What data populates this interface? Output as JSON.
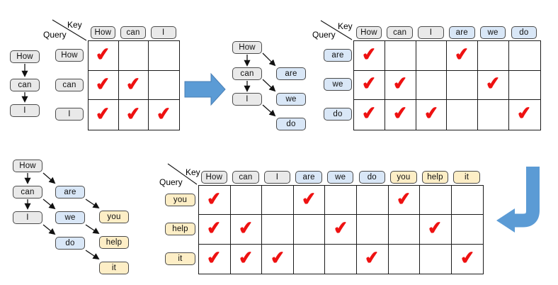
{
  "figure": {
    "axis": {
      "key_label": "Key",
      "query_label": "Query"
    },
    "check_glyph": "✔",
    "colors": {
      "gray_box": "#e9e9e9",
      "blue_box": "#d9e7f7",
      "yellow_box": "#fdeec6",
      "big_arrow": "#5b9bd5",
      "check": "#ee1111",
      "box_border": "#4b4b4b"
    }
  },
  "step1": {
    "chain": [
      {
        "label": "How",
        "style": "gray"
      },
      {
        "label": "can",
        "style": "gray"
      },
      {
        "label": "I",
        "style": "gray"
      }
    ],
    "matrix": {
      "keys": [
        {
          "label": "How",
          "style": "gray"
        },
        {
          "label": "can",
          "style": "gray"
        },
        {
          "label": "I",
          "style": "gray"
        }
      ],
      "queries": [
        {
          "label": "How",
          "style": "gray"
        },
        {
          "label": "can",
          "style": "gray"
        },
        {
          "label": "I",
          "style": "gray"
        }
      ],
      "checks": [
        [
          1,
          0,
          0
        ],
        [
          1,
          1,
          0
        ],
        [
          1,
          1,
          1
        ]
      ]
    }
  },
  "step2": {
    "tree": {
      "existing": [
        {
          "label": "How",
          "style": "gray"
        },
        {
          "label": "can",
          "style": "gray"
        },
        {
          "label": "I",
          "style": "gray"
        }
      ],
      "generated": [
        {
          "label": "are",
          "style": "blue"
        },
        {
          "label": "we",
          "style": "blue"
        },
        {
          "label": "do",
          "style": "blue"
        }
      ]
    },
    "matrix": {
      "keys": [
        {
          "label": "How",
          "style": "gray"
        },
        {
          "label": "can",
          "style": "gray"
        },
        {
          "label": "I",
          "style": "gray"
        },
        {
          "label": "are",
          "style": "blue"
        },
        {
          "label": "we",
          "style": "blue"
        },
        {
          "label": "do",
          "style": "blue"
        }
      ],
      "queries": [
        {
          "label": "are",
          "style": "blue"
        },
        {
          "label": "we",
          "style": "blue"
        },
        {
          "label": "do",
          "style": "blue"
        }
      ],
      "checks": [
        [
          1,
          0,
          0,
          1,
          0,
          0
        ],
        [
          1,
          1,
          0,
          0,
          1,
          0
        ],
        [
          1,
          1,
          1,
          0,
          0,
          1
        ]
      ]
    }
  },
  "step3": {
    "tree": {
      "col1": [
        {
          "label": "How",
          "style": "gray"
        },
        {
          "label": "can",
          "style": "gray"
        },
        {
          "label": "I",
          "style": "gray"
        }
      ],
      "col2": [
        {
          "label": "are",
          "style": "blue"
        },
        {
          "label": "we",
          "style": "blue"
        },
        {
          "label": "do",
          "style": "blue"
        }
      ],
      "col3": [
        {
          "label": "you",
          "style": "yellow"
        },
        {
          "label": "help",
          "style": "yellow"
        },
        {
          "label": "it",
          "style": "yellow"
        }
      ]
    },
    "matrix": {
      "keys": [
        {
          "label": "How",
          "style": "gray"
        },
        {
          "label": "can",
          "style": "gray"
        },
        {
          "label": "I",
          "style": "gray"
        },
        {
          "label": "are",
          "style": "blue"
        },
        {
          "label": "we",
          "style": "blue"
        },
        {
          "label": "do",
          "style": "blue"
        },
        {
          "label": "you",
          "style": "yellow"
        },
        {
          "label": "help",
          "style": "yellow"
        },
        {
          "label": "it",
          "style": "yellow"
        }
      ],
      "queries": [
        {
          "label": "you",
          "style": "yellow"
        },
        {
          "label": "help",
          "style": "yellow"
        },
        {
          "label": "it",
          "style": "yellow"
        }
      ],
      "checks": [
        [
          1,
          0,
          0,
          1,
          0,
          0,
          1,
          0,
          0
        ],
        [
          1,
          1,
          0,
          0,
          1,
          0,
          0,
          1,
          0
        ],
        [
          1,
          1,
          1,
          0,
          0,
          1,
          0,
          0,
          1
        ]
      ]
    }
  }
}
